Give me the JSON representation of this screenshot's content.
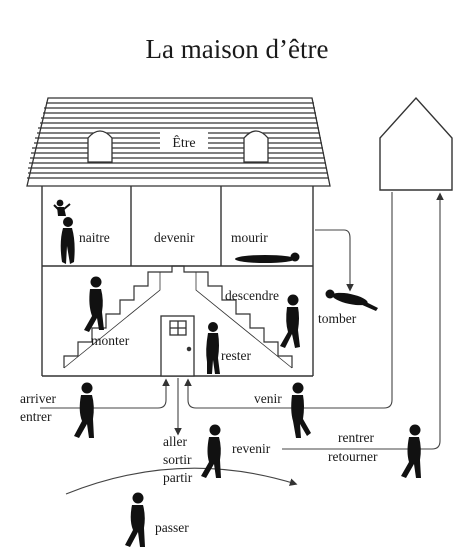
{
  "title": "La maison d’être",
  "house": {
    "roof_label": "Être",
    "rooms": {
      "birth": "naitre",
      "become": "devenir",
      "death": "mourir"
    },
    "stairs": {
      "up": "monter",
      "down": "descendre"
    },
    "stay": "rester"
  },
  "outside": {
    "fall": "tomber",
    "arrive_enter": [
      "arriver",
      "entrer"
    ],
    "leave": [
      "aller",
      "sortir",
      "partir"
    ],
    "come": "venir",
    "come_back": "revenir",
    "return": [
      "rentrer",
      "retourner"
    ],
    "pass": "passer"
  },
  "colors": {
    "ink": "#1a1a1a",
    "line": "#333333",
    "paper": "#ffffff"
  }
}
